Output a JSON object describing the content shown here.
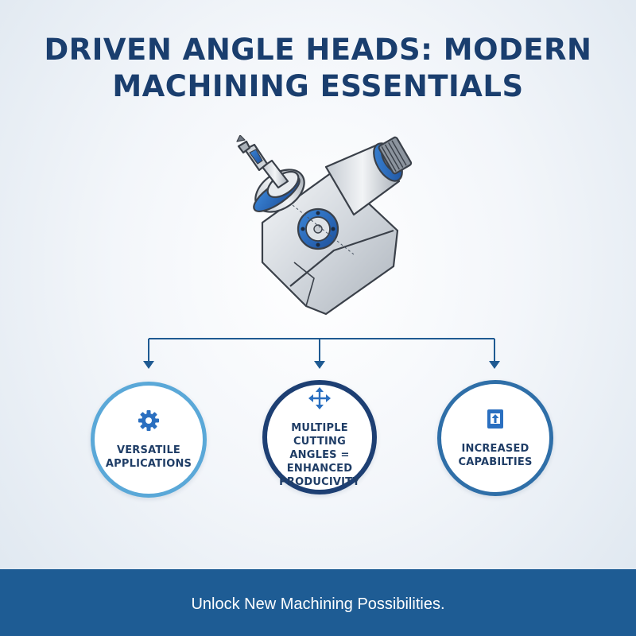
{
  "title": {
    "line1": "DRIVEN ANGLE HEADS: MODERN",
    "line2": "MACHINING ESSENTIALS"
  },
  "illustration": {
    "icon": "angle-head-tool-icon"
  },
  "features": [
    {
      "label": "VERSATILE APPLICATIONS",
      "icon": "gear-icon",
      "color": "#5aa8d8"
    },
    {
      "label": "MULTIPLE CUTTING ANGLES = ENHANCED PRODUCIVITY",
      "icon": "move-arrows-icon",
      "color": "#1d3f73"
    },
    {
      "label": "INCREASED CAPABILTIES",
      "icon": "upload-box-icon",
      "color": "#2f6fa8"
    }
  ],
  "footer": {
    "tagline": "Unlock New Machining Possibilities.",
    "background": "#1e5c94"
  },
  "colors": {
    "title": "#1a3e6e",
    "accent_blue": "#2a6fc0",
    "connector": "#1f5a92"
  }
}
